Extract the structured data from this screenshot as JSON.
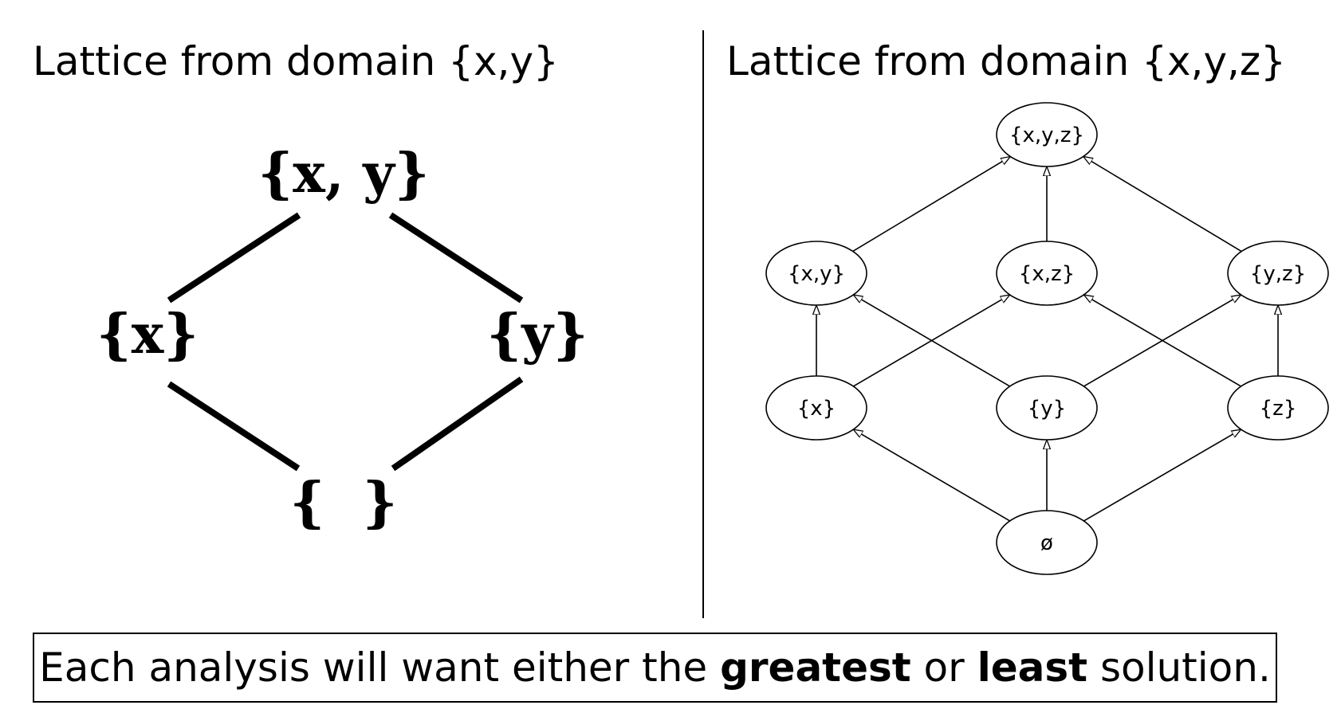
{
  "left": {
    "title": "Lattice from domain {x,y}",
    "nodes": {
      "top": "{x, y}",
      "left": "{x}",
      "right": "{y}",
      "bottom": "{  }"
    }
  },
  "right": {
    "title": "Lattice from domain {x,y,z}",
    "nodes": [
      {
        "id": "xyz",
        "label": "{x,y,z}"
      },
      {
        "id": "xy",
        "label": "{x,y}"
      },
      {
        "id": "xz",
        "label": "{x,z}"
      },
      {
        "id": "yz",
        "label": "{y,z}"
      },
      {
        "id": "x",
        "label": "{x}"
      },
      {
        "id": "y",
        "label": "{y}"
      },
      {
        "id": "z",
        "label": "{z}"
      },
      {
        "id": "empty",
        "label": "ø"
      }
    ],
    "edges": [
      [
        "xy",
        "xyz"
      ],
      [
        "xz",
        "xyz"
      ],
      [
        "yz",
        "xyz"
      ],
      [
        "x",
        "xy"
      ],
      [
        "y",
        "xy"
      ],
      [
        "x",
        "xz"
      ],
      [
        "z",
        "xz"
      ],
      [
        "y",
        "yz"
      ],
      [
        "z",
        "yz"
      ],
      [
        "empty",
        "x"
      ],
      [
        "empty",
        "y"
      ],
      [
        "empty",
        "z"
      ]
    ]
  },
  "note": {
    "part1": "Each analysis will want either the ",
    "bold1": "greatest",
    "part2": " or ",
    "bold2": "least",
    "part3": " solution."
  }
}
